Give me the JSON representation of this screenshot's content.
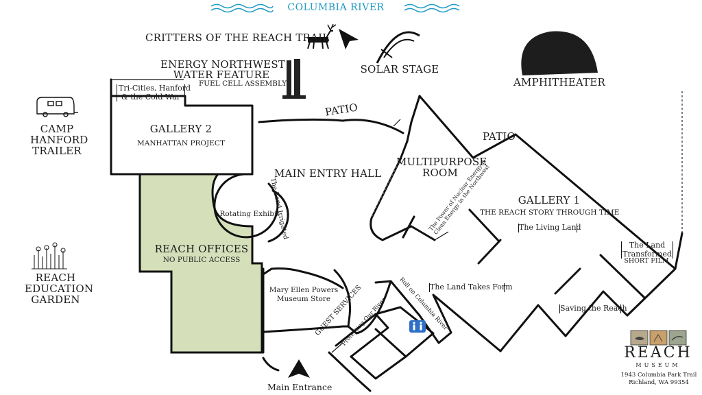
{
  "labels": {
    "river": "COLUMBIA RIVER",
    "critters": "CRITTERS OF THE REACH TRAIL",
    "energy_nw_line1": "ENERGY NORTHWEST",
    "energy_nw_line2": "WATER FEATURE",
    "fuel_cell": "FUEL CELL ASSEMBLY",
    "solar_stage": "SOLAR STAGE",
    "amphitheater": "AMPHITHEATER",
    "tri_cities_line1": "Tri-Cities, Hanford",
    "tri_cities_line2": "& the Cold War",
    "camp_line1": "CAMP",
    "camp_line2": "HANFORD",
    "camp_line3": "TRAILER",
    "gallery2": "GALLERY 2",
    "manhattan": "MANHATTAN PROJECT",
    "patio_top": "PATIO",
    "patio_right": "PATIO",
    "main_entry_hall": "MAIN ENTRY HALL",
    "multipurpose_line1": "MULTIPURPOSE",
    "multipurpose_line2": "ROOM",
    "rotating_exhibit": "Rotating Exhibit",
    "land_irrigated": "The Land Irrigated",
    "nuclear_line1": "The Power of Nuclear Energy &",
    "nuclear_line2": "Clean Energy in the Northwest",
    "gallery1": "GALLERY 1",
    "reach_story": "THE REACH STORY THROUGH TIME",
    "living_land": "The Living Land",
    "land_transformed_line1": "The Land",
    "land_transformed_line2": "Transformed",
    "short_film": "SHORT FILM",
    "reach_offices": "REACH OFFICES",
    "no_public": "NO PUBLIC ACCESS",
    "garden_line1": "REACH",
    "garden_line2": "EDUCATION",
    "garden_line3": "GARDEN",
    "store_line1": "Mary Ellen Powers",
    "store_line2": "Museum Store",
    "guest_services": "GUEST SERVICES",
    "protecting_river": "Protecting Our River",
    "roll_on": "Roll on Columbia River",
    "land_takes_form": "The Land Takes Form",
    "saving_reach": "Saving the Reach",
    "main_entrance": "Main Entrance"
  },
  "logo": {
    "name": "REACH",
    "sub": "MUSEUM",
    "address_line1": "1943 Columbia Park Trail",
    "address_line2": "Richland, WA 99354"
  },
  "colors": {
    "offices_fill": "#d5e0bb",
    "river_text": "#1f9ac4",
    "restroom": "#2f6fc8"
  },
  "icons": [
    "river-wave-icon",
    "elk-icon",
    "north-arrow-icon",
    "water-feature-icon",
    "solar-stage-icon",
    "amphitheater-icon",
    "trailer-icon",
    "garden-plants-icon",
    "restroom-icon",
    "entrance-arrow-icon"
  ]
}
